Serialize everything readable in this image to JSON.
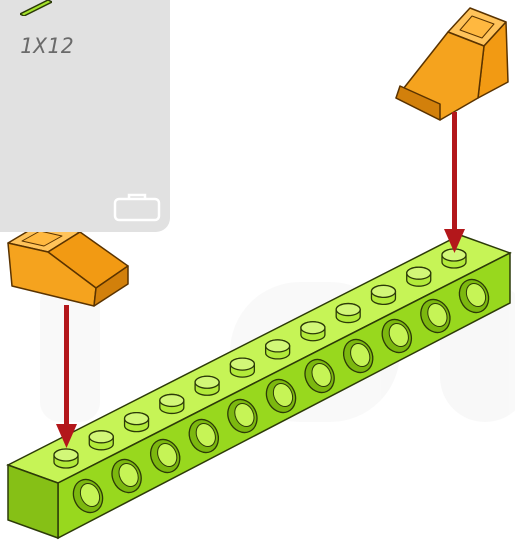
{
  "parts_panel": {
    "label": "1X12",
    "icon": "briefcase-icon"
  },
  "scene": {
    "beam_color": "#a4e32b",
    "slope_color": "#f5a31e",
    "arrow_color": "#b3171b",
    "beam_studs": 12,
    "beam_holes": 11,
    "steps": [
      {
        "part": "slope-brick",
        "target_stud": 1
      },
      {
        "part": "slope-brick",
        "target_stud": 12
      }
    ]
  }
}
